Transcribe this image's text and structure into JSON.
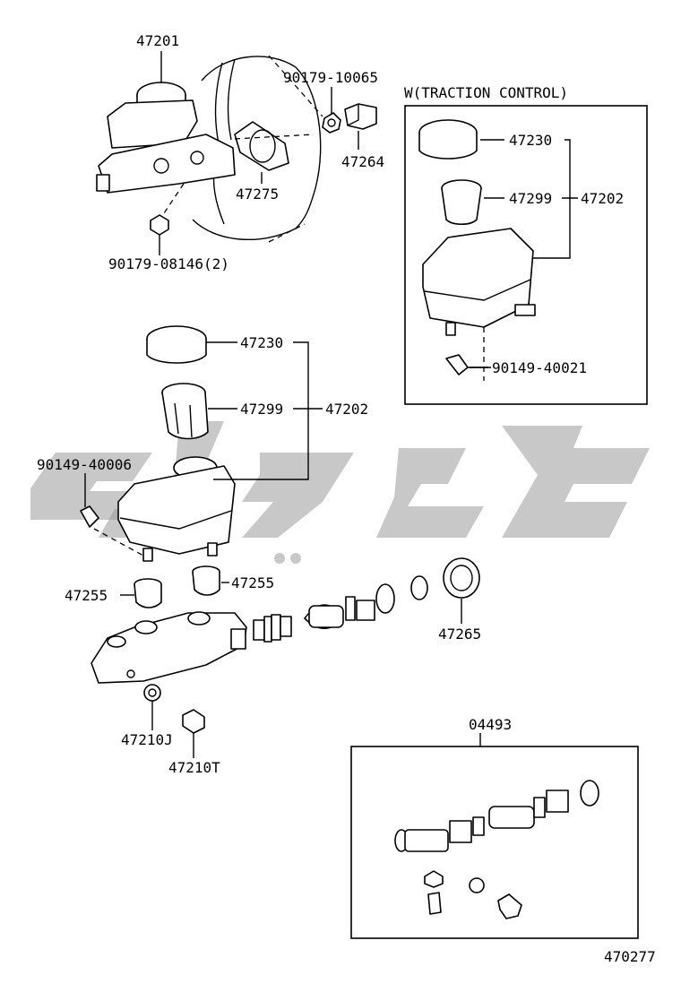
{
  "diagram": {
    "figure_number": "470277",
    "traction_control_title": "W(TRACTION CONTROL)",
    "labels": {
      "p47201": "47201",
      "p90179_10065": "90179-10065",
      "p47264": "47264",
      "p47275": "47275",
      "p90179_08146": "90179-08146(2)",
      "tc_47230": "47230",
      "tc_47299": "47299",
      "tc_47202": "47202",
      "tc_90149_40021": "90149-40021",
      "p47230": "47230",
      "p47299": "47299",
      "p47202": "47202",
      "p90149_40006": "90149-40006",
      "p47255_left": "47255",
      "p47255_right": "47255",
      "p47265": "47265",
      "p47210J": "47210J",
      "p47210T": "47210T",
      "p04493": "04493"
    }
  }
}
